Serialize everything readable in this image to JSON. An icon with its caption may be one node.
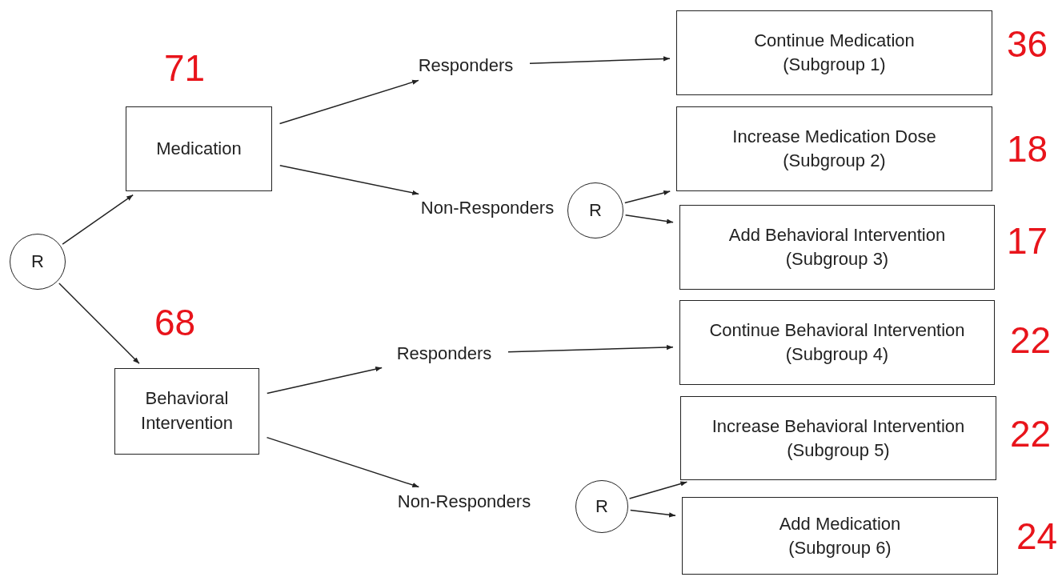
{
  "diagram": {
    "nodes": [
      {
        "text": [
          "R"
        ]
      },
      {
        "text": [
          "Medication"
        ],
        "beside": [
          "71"
        ]
      },
      {
        "text": [
          "Behavioral Intervention"
        ],
        "beside": [
          "68"
        ]
      },
      {
        "text": [
          "Responders"
        ]
      },
      {
        "text": [
          "Non-Responders"
        ]
      },
      {
        "text": [
          "R"
        ]
      },
      {
        "text": [
          "Continue Medication",
          "(Subgroup 1)"
        ],
        "beside": [
          "36"
        ]
      },
      {
        "text": [
          "Increase Medication Dose",
          "(Subgroup 2)"
        ],
        "beside": [
          "18"
        ]
      },
      {
        "text": [
          "Add Behavioral Intervention",
          "(Subgroup 3)"
        ],
        "beside": [
          "17"
        ]
      },
      {
        "text": [
          "Responders"
        ]
      },
      {
        "text": [
          "Non-Responders"
        ]
      },
      {
        "text": [
          "R"
        ]
      },
      {
        "text": [
          "Continue Behavioral Intervention",
          "(Subgroup 4)"
        ],
        "beside": [
          "22"
        ]
      },
      {
        "text": [
          "Increase Behavioral Intervention",
          "(Subgroup 5)"
        ],
        "beside": [
          "22"
        ]
      },
      {
        "text": [
          "Add Medication",
          "(Subgroup 6)"
        ],
        "beside": [
          "24"
        ]
      }
    ],
    "edges": [
      {
        "from": 0,
        "to": 1,
        "arrow": "to"
      },
      {
        "from": 0,
        "to": 2,
        "arrow": "to"
      },
      {
        "from": 1,
        "to": 3,
        "arrow": "to"
      },
      {
        "from": 1,
        "to": 4,
        "arrow": "to"
      },
      {
        "from": 3,
        "to": 6,
        "arrow": "to"
      },
      {
        "from": 5,
        "to": 7,
        "arrow": "to"
      },
      {
        "from": 5,
        "to": 8,
        "arrow": "to"
      },
      {
        "from": 2,
        "to": 9,
        "arrow": "to"
      },
      {
        "from": 2,
        "to": 10,
        "arrow": "to"
      },
      {
        "from": 9,
        "to": 12,
        "arrow": "to"
      },
      {
        "from": 11,
        "to": 13,
        "arrow": "to"
      },
      {
        "from": 11,
        "to": 14,
        "arrow": "to"
      }
    ]
  }
}
